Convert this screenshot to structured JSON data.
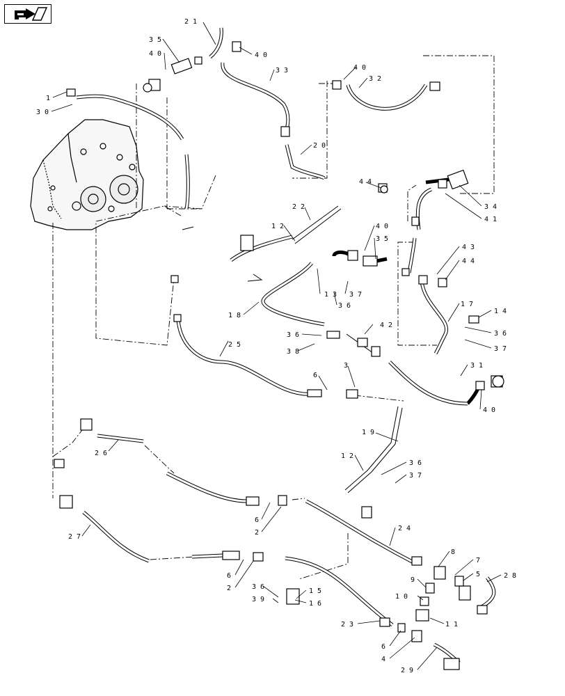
{
  "diagram": {
    "type": "exploded parts diagram",
    "nav_icon": "hand-pointer-icon",
    "callouts": [
      {
        "id": "c21",
        "text": "2 1"
      },
      {
        "id": "c35a",
        "text": "3 5"
      },
      {
        "id": "c40a",
        "text": "4 0"
      },
      {
        "id": "c40b",
        "text": "4 0"
      },
      {
        "id": "c33",
        "text": "3 3"
      },
      {
        "id": "c40c",
        "text": "4 0"
      },
      {
        "id": "c32",
        "text": "3 2"
      },
      {
        "id": "c1",
        "text": "1"
      },
      {
        "id": "c30",
        "text": "3 0"
      },
      {
        "id": "c20",
        "text": "2 0"
      },
      {
        "id": "c44a",
        "text": "4 4"
      },
      {
        "id": "c34",
        "text": "3 4"
      },
      {
        "id": "c41",
        "text": "4 1"
      },
      {
        "id": "c22",
        "text": "2 2"
      },
      {
        "id": "c12a",
        "text": "1 2"
      },
      {
        "id": "c40d",
        "text": "4 0"
      },
      {
        "id": "c35b",
        "text": "3 5"
      },
      {
        "id": "c43",
        "text": "4 3"
      },
      {
        "id": "c44b",
        "text": "4 4"
      },
      {
        "id": "c13",
        "text": "1 3"
      },
      {
        "id": "c37a",
        "text": "3 7"
      },
      {
        "id": "c36a",
        "text": "3 6"
      },
      {
        "id": "c18",
        "text": "1 8"
      },
      {
        "id": "c17",
        "text": "1 7"
      },
      {
        "id": "c14",
        "text": "1 4"
      },
      {
        "id": "c36b",
        "text": "3 6"
      },
      {
        "id": "c37b",
        "text": "3 7"
      },
      {
        "id": "c42",
        "text": "4 2"
      },
      {
        "id": "c36c",
        "text": "3 6"
      },
      {
        "id": "c38",
        "text": "3 8"
      },
      {
        "id": "c25",
        "text": "2 5"
      },
      {
        "id": "c3",
        "text": "3"
      },
      {
        "id": "c6a",
        "text": "6"
      },
      {
        "id": "c31",
        "text": "3 1"
      },
      {
        "id": "c40e",
        "text": "4 0"
      },
      {
        "id": "c19",
        "text": "1 9"
      },
      {
        "id": "c26",
        "text": "2 6"
      },
      {
        "id": "c12b",
        "text": "1 2"
      },
      {
        "id": "c36d",
        "text": "3 6"
      },
      {
        "id": "c37c",
        "text": "3 7"
      },
      {
        "id": "c6b",
        "text": "6"
      },
      {
        "id": "c2a",
        "text": "2"
      },
      {
        "id": "c27",
        "text": "2 7"
      },
      {
        "id": "c24",
        "text": "2 4"
      },
      {
        "id": "c8",
        "text": "8"
      },
      {
        "id": "c7",
        "text": "7"
      },
      {
        "id": "c5",
        "text": "5"
      },
      {
        "id": "c28",
        "text": "2 8"
      },
      {
        "id": "c6c",
        "text": "6"
      },
      {
        "id": "c2b",
        "text": "2"
      },
      {
        "id": "c9",
        "text": "9"
      },
      {
        "id": "c10",
        "text": "1 0"
      },
      {
        "id": "c36e",
        "text": "3 6"
      },
      {
        "id": "c15",
        "text": "1 5"
      },
      {
        "id": "c39",
        "text": "3 9"
      },
      {
        "id": "c16",
        "text": "1 6"
      },
      {
        "id": "c11",
        "text": "1 1"
      },
      {
        "id": "c23",
        "text": "2 3"
      },
      {
        "id": "c6d",
        "text": "6"
      },
      {
        "id": "c4",
        "text": "4"
      },
      {
        "id": "c29",
        "text": "2 9"
      }
    ]
  }
}
